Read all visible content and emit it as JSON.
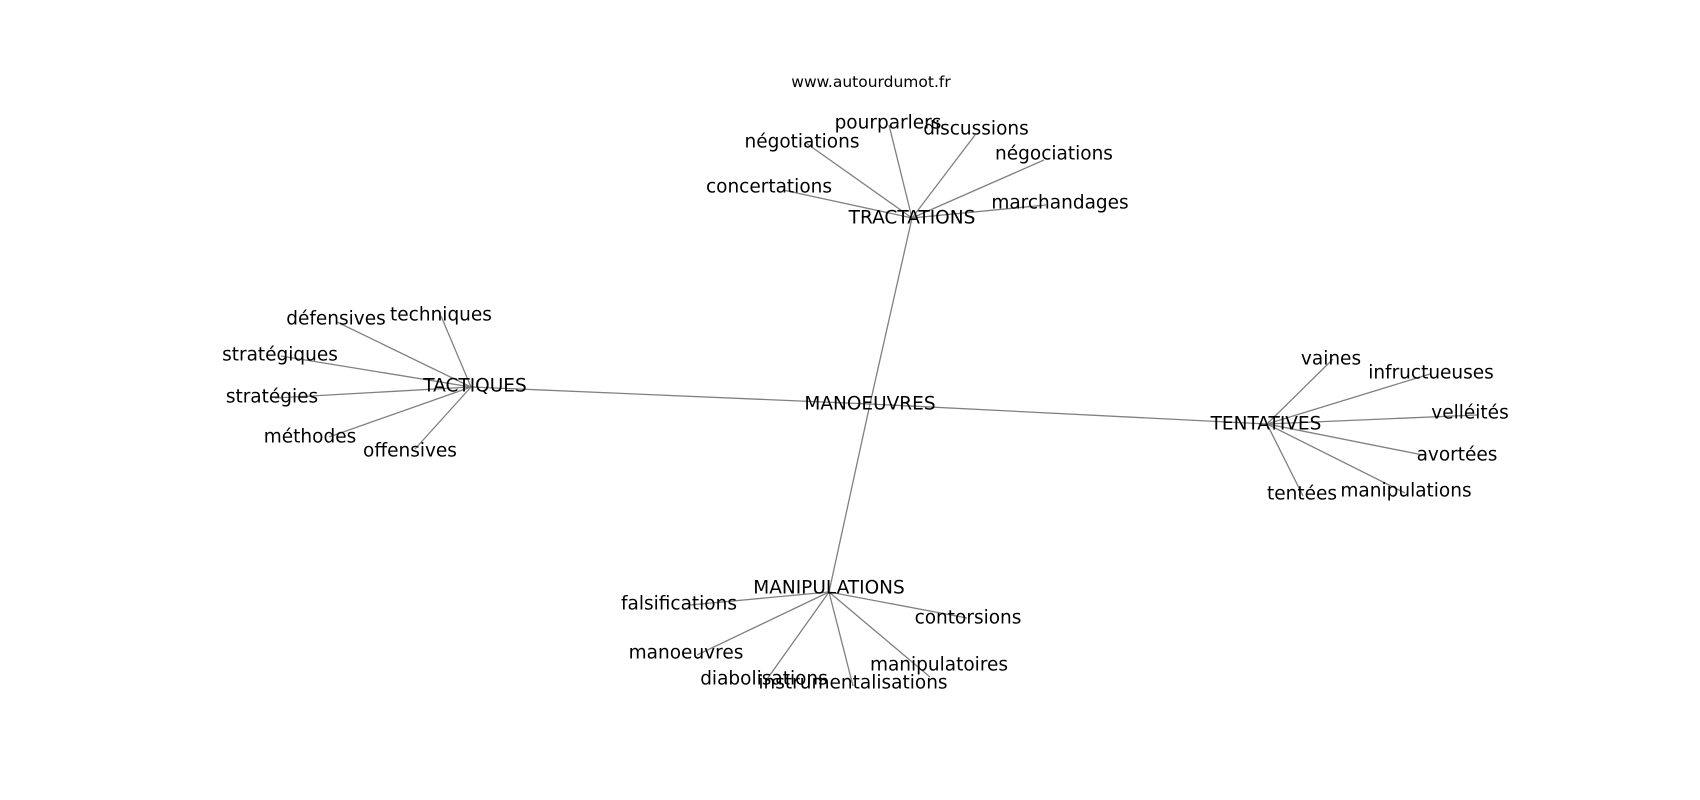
{
  "source": "www.autourdumot.fr",
  "center": "MANOEUVRES",
  "groups": [
    {
      "hub": "TRACTATIONS",
      "words": [
        "pourparlers",
        "discussions",
        "négotiations",
        "négociations",
        "concertations",
        "marchandages"
      ]
    },
    {
      "hub": "TACTIQUES",
      "words": [
        "défensives",
        "techniques",
        "stratégiques",
        "stratégies",
        "méthodes",
        "offensives"
      ]
    },
    {
      "hub": "TENTATIVES",
      "words": [
        "vaines",
        "infructueuses",
        "velléités",
        "avortées",
        "tentées",
        "manipulations"
      ]
    },
    {
      "hub": "MANIPULATIONS",
      "words": [
        "falsifications",
        "contorsions",
        "manoeuvres",
        "manipulatoires",
        "diabolisations",
        "instrumentalisations"
      ]
    }
  ]
}
